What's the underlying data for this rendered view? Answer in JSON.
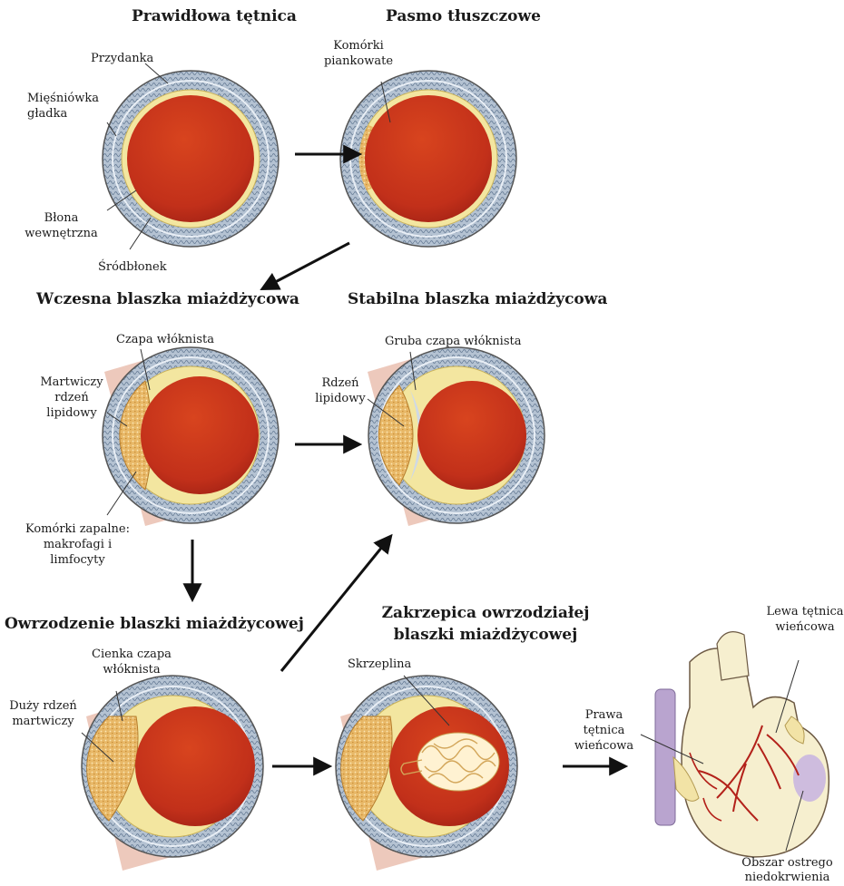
{
  "stages": {
    "normal": {
      "title": "Prawidłowa tętnica",
      "labels": {
        "adventitia": "Przydanka",
        "smooth_muscle": "Mięśniówka gładka",
        "intima": "Błona wewnętrzna",
        "endothelium": "Śródbłonek"
      }
    },
    "fatty_streak": {
      "title": "Pasmo tłuszczowe",
      "labels": {
        "foam_cells": "Komórki piankowate"
      }
    },
    "early_plaque": {
      "title": "Wczesna blaszka miażdżycowa",
      "labels": {
        "fibrous_cap": "Czapa włóknista",
        "necrotic_core": "Martwiczy rdzeń lipidowy",
        "inflammatory_cells": "Komórki zapalne: makrofagi i limfocyty"
      }
    },
    "stable_plaque": {
      "title": "Stabilna blaszka miażdżycowa",
      "labels": {
        "thick_cap": "Gruba czapa włóknista",
        "lipid_core": "Rdzeń lipidowy"
      }
    },
    "ulceration": {
      "title": "Owrzodzenie blaszki miażdżycowej",
      "labels": {
        "thin_cap": "Cienka czapa włóknista",
        "large_core": "Duży rdzeń martwiczy"
      }
    },
    "thrombosis": {
      "title": "Zakrzepica owrzodziałej blaszki miażdżycowej",
      "labels": {
        "thrombus": "Skrzeplina"
      }
    },
    "heart": {
      "labels": {
        "left_coronary": "Lewa tętnica wieńcowa",
        "right_coronary": "Prawa tętnica wieńcowa",
        "ischemia": "Obszar ostrego niedokrwienia"
      }
    }
  },
  "colors": {
    "blood": "#c8321a",
    "wall": "#a9b8c9",
    "intima": "#f3e6a0",
    "plaque": "#e6b45e",
    "outer": "#f2d9cf",
    "clot": "#fff2d2"
  }
}
